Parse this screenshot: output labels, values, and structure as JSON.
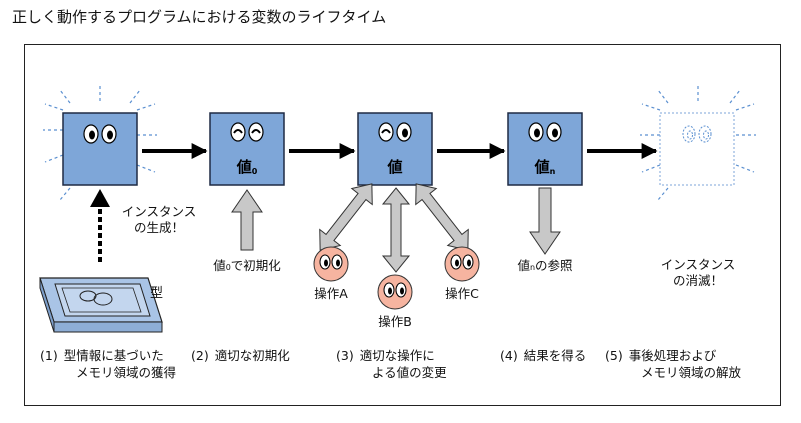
{
  "title": "正しく動作するプログラムにおける変数のライフタイム",
  "boxes": {
    "initial_value": {
      "base": "値",
      "sub": "0"
    },
    "value": {
      "base": "値"
    },
    "final_value": {
      "base": "値",
      "sub": "n"
    }
  },
  "annotations": {
    "instance_creation": [
      "インスタンス",
      "の生成！"
    ],
    "initialization": {
      "base": "値",
      "sub": "0",
      "rest": "で初期化"
    },
    "reference": {
      "base": "値",
      "sub": "n",
      "rest": "の参照"
    },
    "instance_disposal": [
      "インスタンス",
      "の消滅！"
    ],
    "type_label": "型"
  },
  "operations": [
    "操作A",
    "操作B",
    "操作C"
  ],
  "steps": [
    {
      "num": "(1)",
      "lines": [
        "型情報に基づいた",
        "メモリ領域の獲得"
      ]
    },
    {
      "num": "(2)",
      "lines": [
        "適切な初期化"
      ]
    },
    {
      "num": "(3)",
      "lines": [
        "適切な操作に",
        "よる値の変更"
      ]
    },
    {
      "num": "(4)",
      "lines": [
        "結果を得る"
      ]
    },
    {
      "num": "(5)",
      "lines": [
        "事後処理および",
        "メモリ領域の解放"
      ]
    }
  ],
  "colors": {
    "box_fill": "#7ea6d8",
    "box_stroke": "#1e2a44",
    "glow": "#5a8fd0",
    "arrow_gray": "#c8c8c8",
    "face_fill": "#f6b4a0",
    "template_fill": "#a9c4e6"
  }
}
